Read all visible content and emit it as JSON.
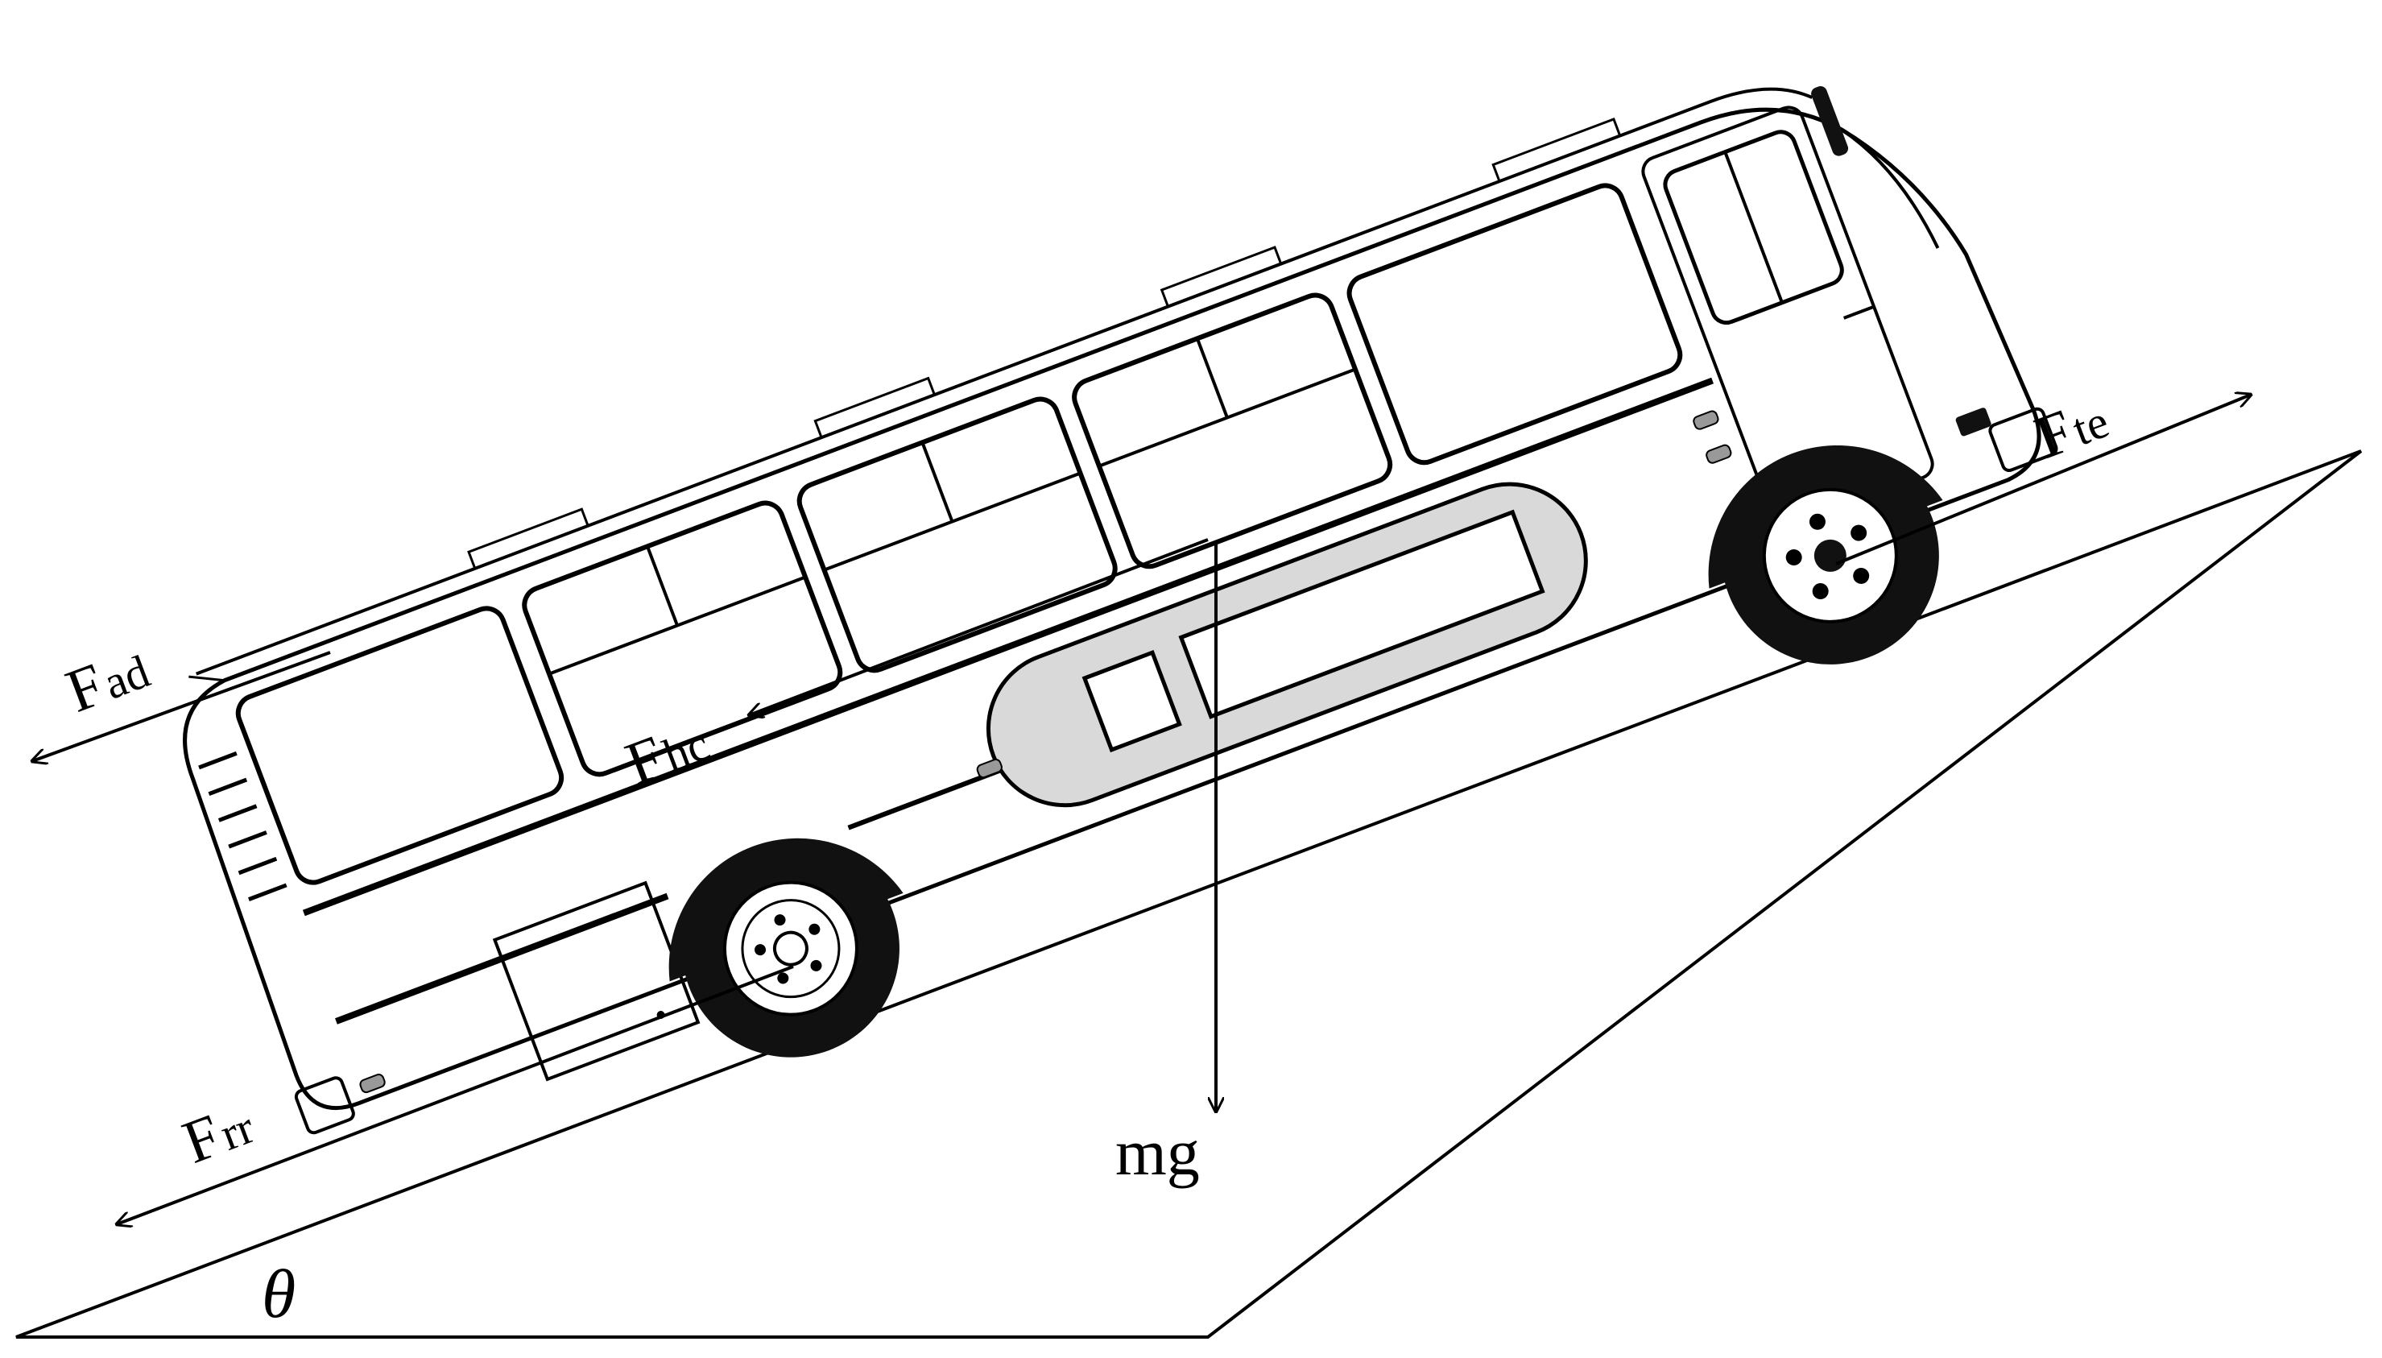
{
  "labels": {
    "f_ad": {
      "main": "F",
      "sub": "ad"
    },
    "f_hc": {
      "main": "F",
      "sub": "hc"
    },
    "f_te": {
      "main": "F",
      "sub": "te"
    },
    "f_rr": {
      "main": "F",
      "sub": "rr"
    },
    "mg": "mg",
    "theta": "θ"
  },
  "colors": {
    "ink": "#000000",
    "tank_fill": "#d9d9d9",
    "tire": "#111111",
    "paper": "#ffffff"
  }
}
